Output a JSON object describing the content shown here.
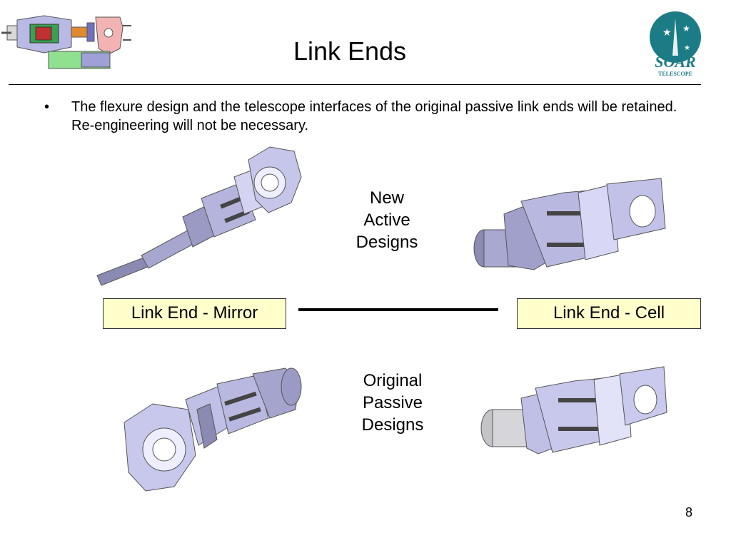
{
  "slide": {
    "title": "Link Ends",
    "bullet_text": "The flexure design and the telescope interfaces of the original passive link ends will be retained.  Re-engineering will not be necessary.",
    "bullet_symbol": "•",
    "caption_new": [
      "New",
      "Active",
      "Designs"
    ],
    "caption_original": [
      "Original",
      "Passive",
      "Designs"
    ],
    "label_mirror": "Link End - Mirror",
    "label_cell": "Link End - Cell",
    "page_number": "8"
  },
  "logo": {
    "line1": "SOAR",
    "line2": "TELESCOPE"
  },
  "colors": {
    "part_light": "#c8c8ec",
    "part_mid": "#9a9ac4",
    "part_dark": "#6c6c90",
    "label_bg": "#ffffcc",
    "logo_teal": "#1b7c86"
  }
}
